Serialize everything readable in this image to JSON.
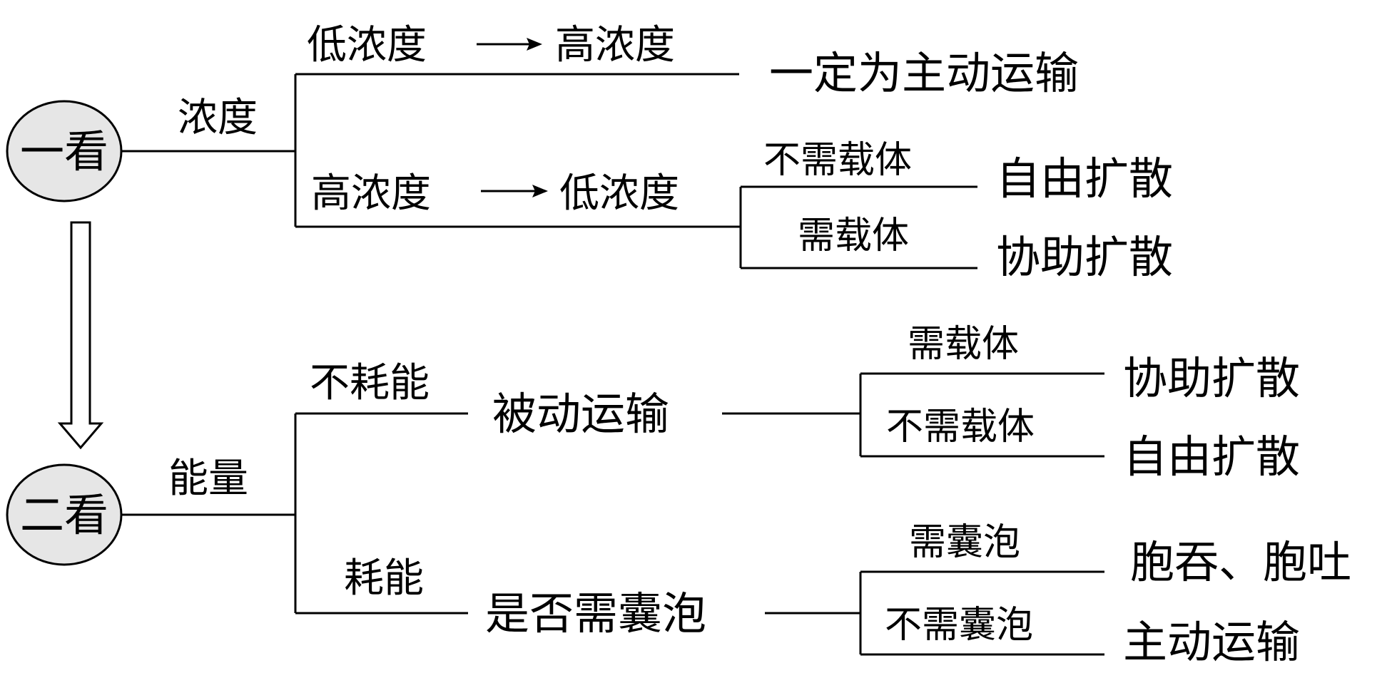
{
  "colors": {
    "line": "#000000",
    "text": "#000000",
    "node_fill": "#e6e6e6",
    "background": "#ffffff"
  },
  "step1": {
    "node_label": "一看",
    "criterion": "浓度",
    "branch_up": {
      "from_label": "低浓度",
      "to_label": "高浓度",
      "result": "一定为主动运输"
    },
    "branch_down": {
      "from_label": "高浓度",
      "to_label": "低浓度",
      "cond_no_carrier": "不需载体",
      "result_no_carrier": "自由扩散",
      "cond_carrier": "需载体",
      "result_carrier": "协助扩散"
    }
  },
  "step2": {
    "node_label": "二看",
    "criterion": "能量",
    "branch_up": {
      "label": "不耗能",
      "node": "被动运输",
      "cond_carrier": "需载体",
      "result_carrier": "协助扩散",
      "cond_no_carrier": "不需载体",
      "result_no_carrier": "自由扩散"
    },
    "branch_down": {
      "label": "耗能",
      "node": "是否需囊泡",
      "cond_vesicle": "需囊泡",
      "result_vesicle": "胞吞、胞吐",
      "cond_no_vesicle": "不需囊泡",
      "result_no_vesicle": "主动运输"
    }
  }
}
